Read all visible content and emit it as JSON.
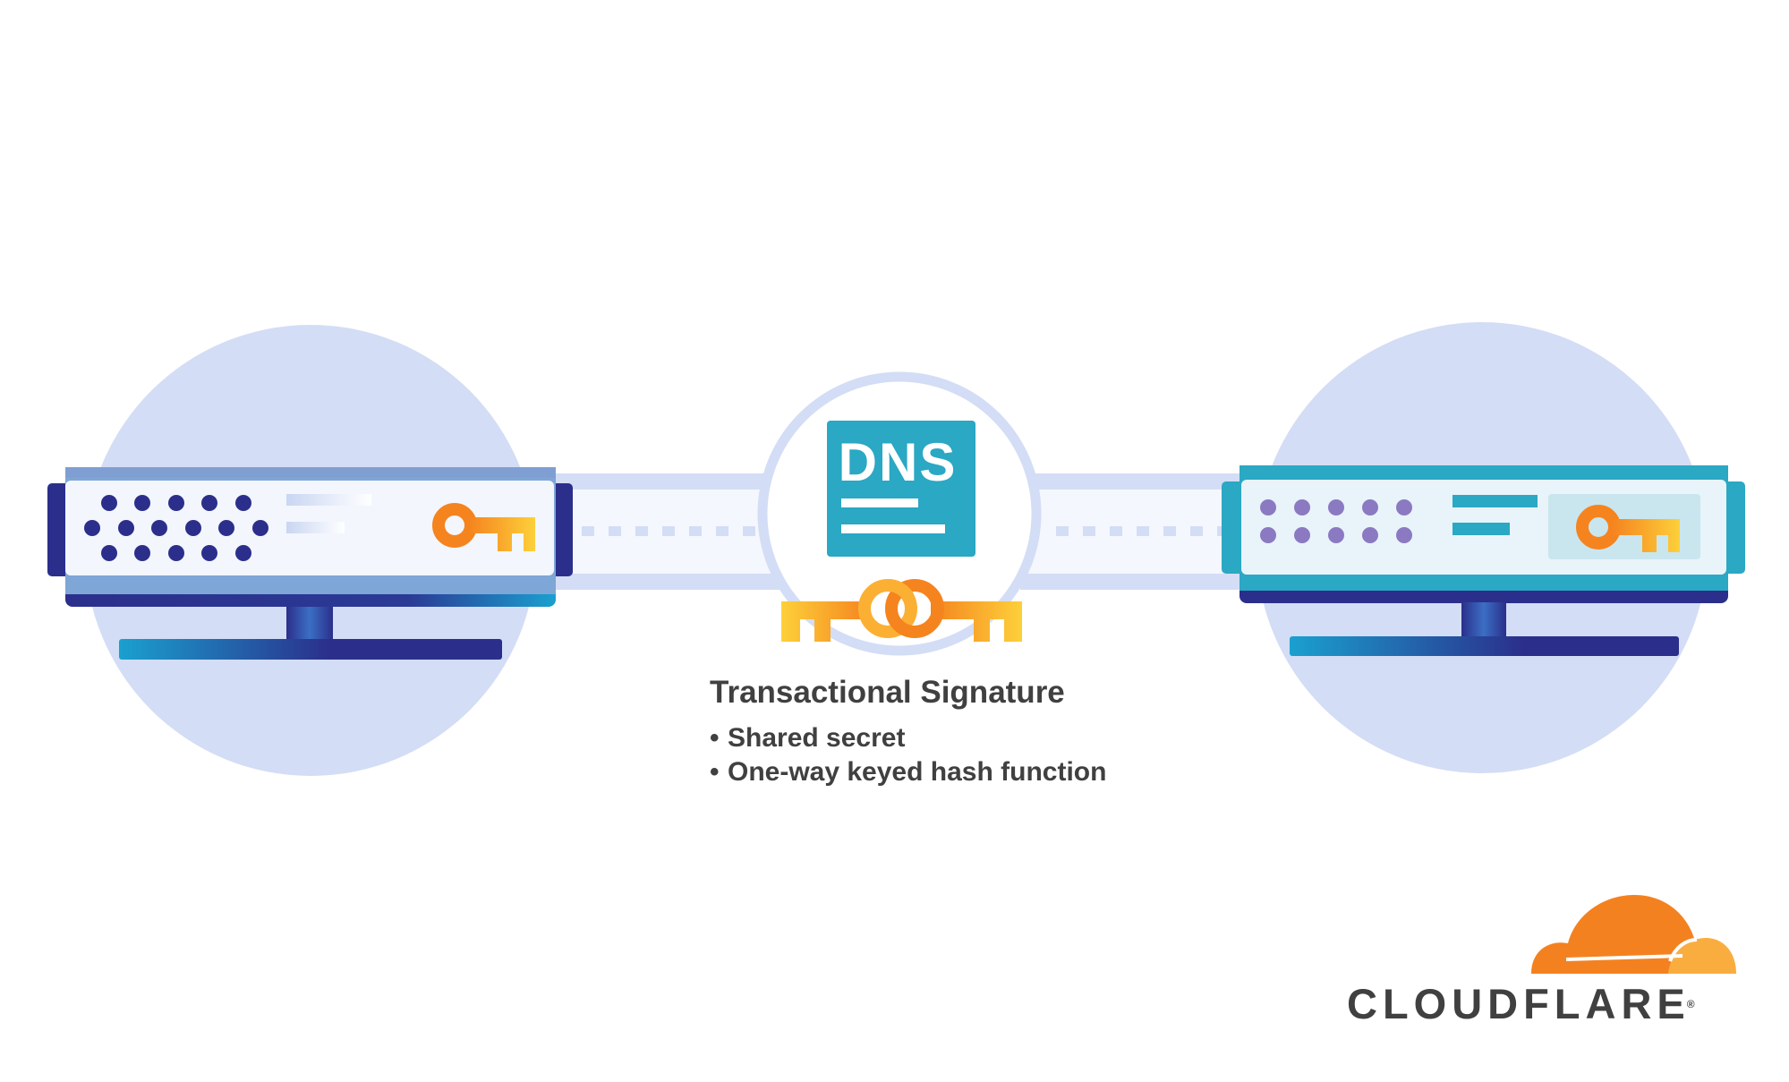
{
  "center_node": {
    "badge_text": "DNS"
  },
  "caption": {
    "title": "Transactional Signature",
    "bullets": [
      "Shared secret",
      "One-way keyed hash function"
    ]
  },
  "logo": {
    "brand": "CLOUDFLARE",
    "trademark": "®"
  },
  "colors": {
    "circle_fill": "#d3ddf5",
    "navy": "#2b2f8b",
    "teal": "#2aa8c4",
    "key_orange": "#f5841f",
    "key_yellow": "#fbb034",
    "cloudflare_orange": "#f48120",
    "cloudflare_light_orange": "#faad3f",
    "text_dark": "#404041"
  }
}
